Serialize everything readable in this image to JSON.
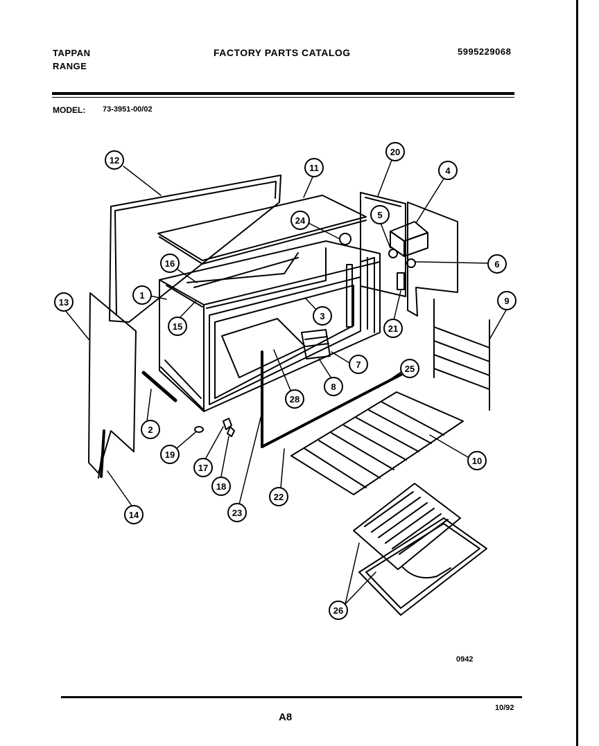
{
  "header": {
    "brand_line1": "TAPPAN",
    "brand_line2": "RANGE",
    "catalog_title": "FACTORY PARTS CATALOG",
    "part_number": "5995229068"
  },
  "model": {
    "label": "MODEL:",
    "value": "73-3951-00/02"
  },
  "callouts": [
    "12",
    "11",
    "20",
    "4",
    "24",
    "5",
    "6",
    "16",
    "1",
    "13",
    "15",
    "3",
    "21",
    "9",
    "7",
    "8",
    "28",
    "25",
    "2",
    "10",
    "19",
    "17",
    "18",
    "14",
    "23",
    "22",
    "26"
  ],
  "footer": {
    "diagram_code": "0942",
    "page_label": "A8",
    "date": "10/92"
  }
}
